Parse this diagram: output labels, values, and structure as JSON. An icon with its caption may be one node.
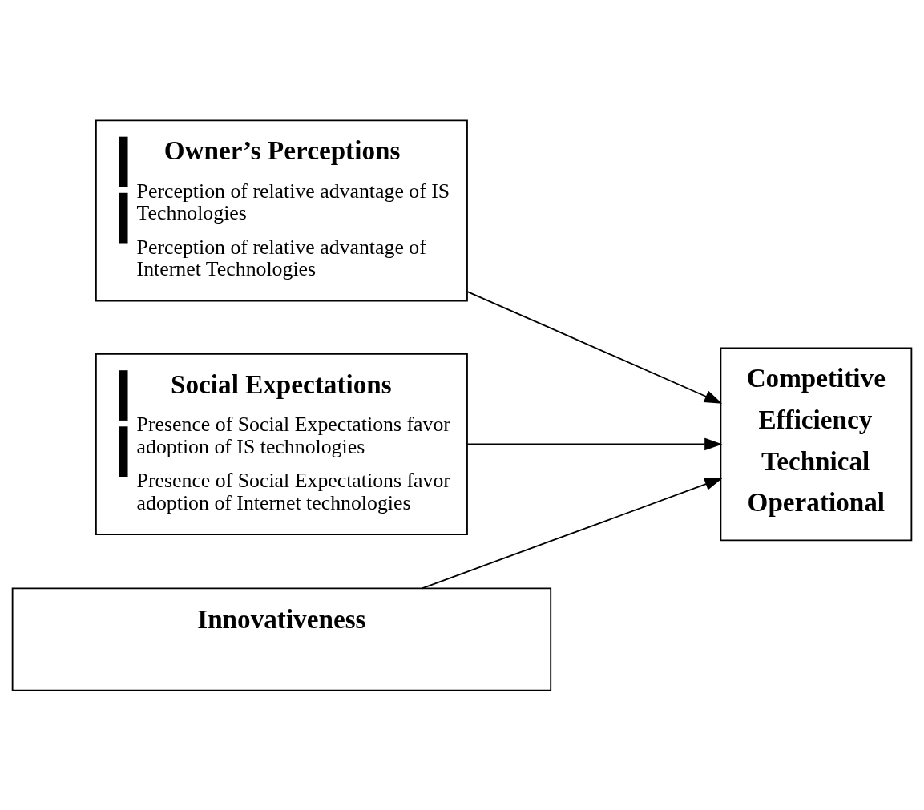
{
  "diagram": {
    "nodes": [
      {
        "text": [
          "Owner’s Perceptions",
          "Perception of relative advantage of IS Technologies",
          "Perception of relative advantage of Internet Technologies"
        ]
      },
      {
        "text": [
          "Social Expectations",
          "Presence of Social Expectations favor adoption of IS technologies",
          "Presence of Social Expectations favor adoption of Internet technologies"
        ]
      },
      {
        "text": [
          "Innovativeness"
        ]
      },
      {
        "text": [
          "Competitive",
          "Efficiency",
          "Technical",
          "Operational"
        ]
      }
    ],
    "edges": [
      {
        "from": 0,
        "to": 3,
        "arrow": "to"
      },
      {
        "from": 1,
        "to": 3,
        "arrow": "to"
      },
      {
        "from": 2,
        "to": 3,
        "arrow": "to"
      }
    ]
  }
}
